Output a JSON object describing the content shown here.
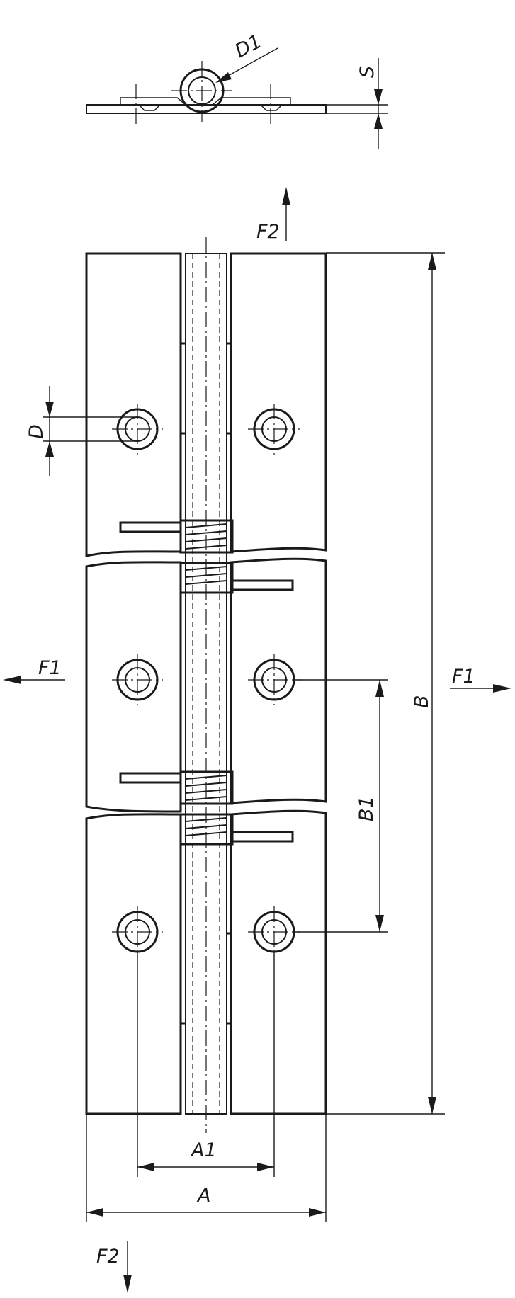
{
  "labels": {
    "d1": "D1",
    "s": "S",
    "d": "D",
    "b": "B",
    "b1": "B1",
    "a": "A",
    "a1": "A1",
    "f1": "F1",
    "f2": "F2"
  }
}
